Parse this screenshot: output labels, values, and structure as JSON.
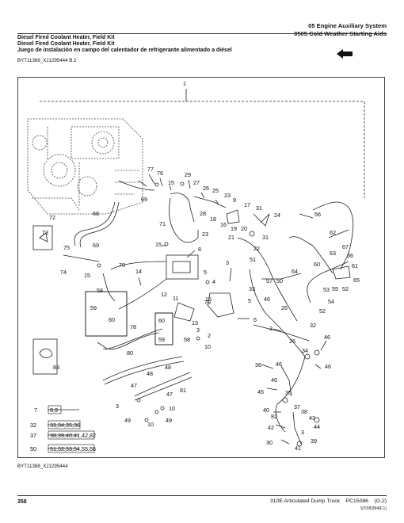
{
  "header": {
    "section_title": "05 Engine Auxiliary System",
    "group_title": "0505 Cold Weather Starting Aids"
  },
  "figure": {
    "title_en_1": "Diesel Fired Coolant Heater, Field Kit",
    "title_en_2": "Diesel Fired Coolant Heater, Field Kit",
    "title_es": "Juego de instalación en campo del calentador de refrigerante alimentado a diésel",
    "ref_top": "BYT11388_XJ1295444 B.2",
    "ref_bottom": "BYT11388_XJ1295444",
    "callouts": [
      "1",
      "2",
      "3",
      "3",
      "3",
      "3",
      "4",
      "5",
      "5",
      "6",
      "7",
      "8",
      "9",
      "10",
      "10",
      "11",
      "12",
      "13",
      "14",
      "15",
      "15",
      "15",
      "15",
      "16",
      "17",
      "18",
      "19",
      "20",
      "21",
      "22",
      "23",
      "23",
      "24",
      "25",
      "26",
      "26",
      "27",
      "28",
      "29",
      "30",
      "31",
      "31",
      "32",
      "33",
      "34",
      "35",
      "36",
      "37",
      "38",
      "39",
      "40",
      "41",
      "42",
      "43",
      "44",
      "45",
      "46",
      "46",
      "46",
      "46",
      "46",
      "47",
      "47",
      "48",
      "48",
      "49",
      "49",
      "50",
      "51",
      "52",
      "53",
      "54",
      "55",
      "56",
      "57",
      "58",
      "58",
      "59",
      "59",
      "60",
      "60",
      "61",
      "62",
      "63",
      "64",
      "65",
      "66",
      "67",
      "68",
      "69",
      "69",
      "70",
      "71",
      "72",
      "73",
      "74",
      "75",
      "76",
      "77",
      "78",
      "79",
      "80",
      "81",
      "82",
      "83"
    ],
    "groups": [
      {
        "ref": "7",
        "items": "8,9"
      },
      {
        "ref": "32",
        "items": "33,34,35,36"
      },
      {
        "ref": "37",
        "items": "38,39,40,41,42,82"
      },
      {
        "ref": "50",
        "items": "51,52,53,54,55,56"
      }
    ]
  },
  "footer": {
    "page_number": "358",
    "doc_title": "310E Articulated Dump Truck",
    "doc_code": "PC15086",
    "revision": "(G.2)",
    "sub_code": "ST095284(F.1)"
  },
  "icons": [
    "arrow-left-icon"
  ]
}
